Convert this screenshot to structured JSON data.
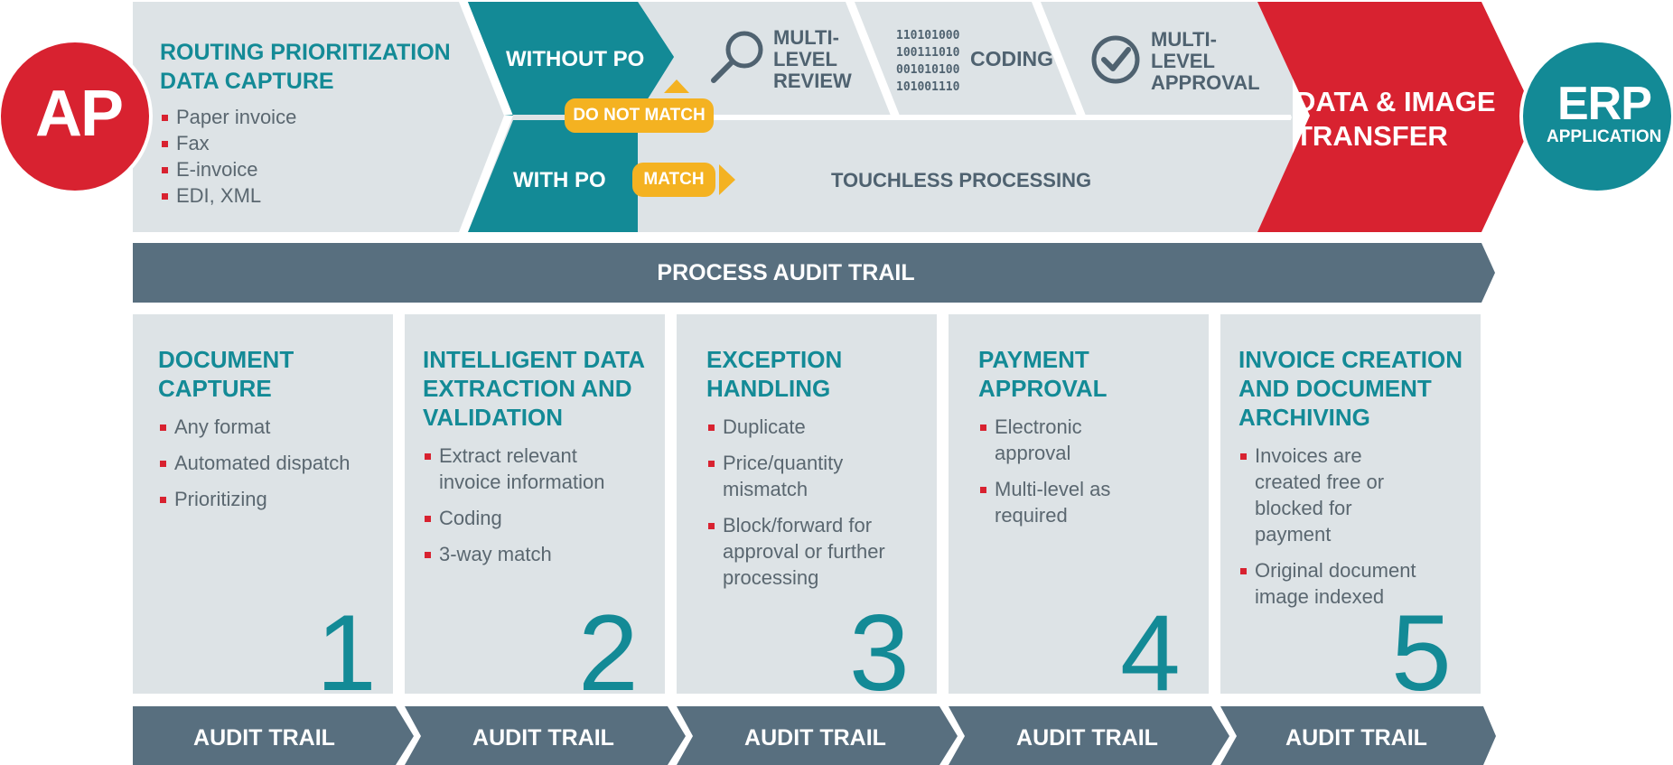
{
  "colors": {
    "red": "#d82230",
    "teal": "#138a96",
    "panel": "#dde3e6",
    "slate": "#586f7f",
    "yellow": "#f4b221"
  },
  "ap_circle": {
    "label": "AP"
  },
  "erp_circle": {
    "label": "ERP",
    "sublabel": "APPLICATION"
  },
  "routing": {
    "title_line1": "ROUTING PRIORITIZATION",
    "title_line2": "DATA CAPTURE",
    "items": [
      "Paper invoice",
      "Fax",
      "E-invoice",
      "EDI, XML"
    ]
  },
  "without_po": {
    "label": "WITHOUT PO"
  },
  "with_po": {
    "label": "WITH PO"
  },
  "do_not_match": {
    "label": "DO NOT MATCH"
  },
  "match": {
    "label": "MATCH"
  },
  "review": {
    "icon": "magnifier-icon",
    "line1": "MULTI-",
    "line2": "LEVEL",
    "line3": "REVIEW"
  },
  "coding": {
    "binary": [
      "110101000",
      "100111010",
      "001010100",
      "101001110"
    ],
    "label": "CODING"
  },
  "approval": {
    "icon": "checkmark-circle-icon",
    "line1": "MULTI-",
    "line2": "LEVEL",
    "line3": "APPROVAL"
  },
  "touchless": {
    "label": "TOUCHLESS PROCESSING"
  },
  "transfer": {
    "line1": "DATA & IMAGE",
    "line2": "TRANSFER"
  },
  "process_audit": {
    "label": "PROCESS AUDIT TRAIL"
  },
  "steps": [
    {
      "number": "1",
      "title": [
        "DOCUMENT",
        "CAPTURE"
      ],
      "items": [
        "Any format",
        "Automated dispatch",
        "Prioritizing"
      ],
      "audit": "AUDIT TRAIL"
    },
    {
      "number": "2",
      "title": [
        "INTELLIGENT DATA",
        "EXTRACTION AND",
        "VALIDATION"
      ],
      "items": [
        "Extract relevant invoice information",
        "Coding",
        "3-way match"
      ],
      "audit": "AUDIT TRAIL"
    },
    {
      "number": "3",
      "title": [
        "EXCEPTION",
        "HANDLING"
      ],
      "items": [
        "Duplicate",
        "Price/quantity mismatch",
        "Block/forward for approval or further processing"
      ],
      "audit": "AUDIT TRAIL"
    },
    {
      "number": "4",
      "title": [
        "PAYMENT",
        "APPROVAL"
      ],
      "items": [
        "Electronic approval",
        "Multi-level as required"
      ],
      "audit": "AUDIT TRAIL"
    },
    {
      "number": "5",
      "title": [
        "INVOICE CREATION",
        "AND DOCUMENT",
        "ARCHIVING"
      ],
      "items": [
        "Invoices are created free or blocked for payment",
        "Original document image indexed"
      ],
      "audit": "AUDIT TRAIL"
    }
  ]
}
